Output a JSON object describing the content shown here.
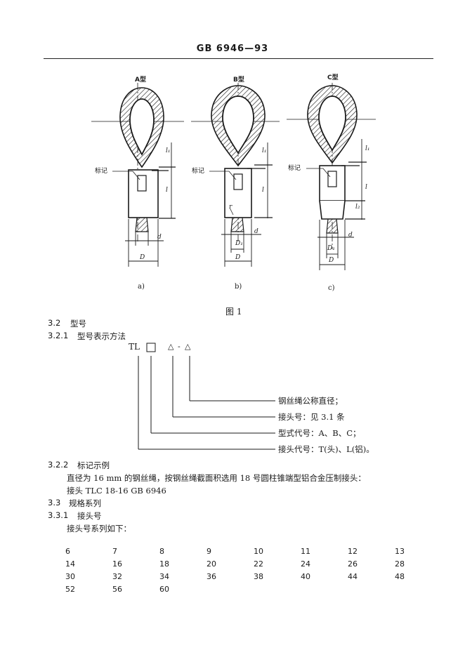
{
  "header": {
    "standard_no": "GB  6946—93"
  },
  "figure": {
    "types": [
      "A型",
      "B型",
      "C型"
    ],
    "mark_label": "标记",
    "sub_labels": [
      "a)",
      "b)",
      "c)"
    ],
    "caption": "图 1",
    "dims": {
      "l1": "l₁",
      "l": "l",
      "l2": "l₂",
      "D": "D",
      "D1": "D₁",
      "d": "d",
      "r": "r"
    }
  },
  "sections": {
    "s32": {
      "num": "3.2",
      "title": "型号"
    },
    "s321": {
      "num": "3.2.1",
      "title": "型号表示方法"
    },
    "designation": {
      "prefix": "TL",
      "tri1": "△",
      "dash": "-",
      "tri2": "△",
      "items": [
        "钢丝绳公称直径；",
        "接头号：见 3.1 条",
        "型式代号：A、B、C；",
        "接头代号：T(头)、L(铝)。"
      ]
    },
    "s322": {
      "num": "3.2.2",
      "title": "标记示例"
    },
    "example_text": "直径为 16 mm 的钢丝绳，按钢丝绳截面积选用 18 号圆柱锥端型铝合金压制接头：",
    "example_mark": "接头   TLC 18-16   GB 6946",
    "s33": {
      "num": "3.3",
      "title": "规格系列"
    },
    "s331": {
      "num": "3.3.1",
      "title": "接头号"
    },
    "series_intro": "接头号系列如下：",
    "series": [
      [
        "6",
        "7",
        "8",
        "9",
        "10",
        "11",
        "12",
        "13"
      ],
      [
        "14",
        "16",
        "18",
        "20",
        "22",
        "24",
        "26",
        "28"
      ],
      [
        "30",
        "32",
        "34",
        "36",
        "38",
        "40",
        "44",
        "48"
      ],
      [
        "52",
        "56",
        "60"
      ]
    ]
  }
}
